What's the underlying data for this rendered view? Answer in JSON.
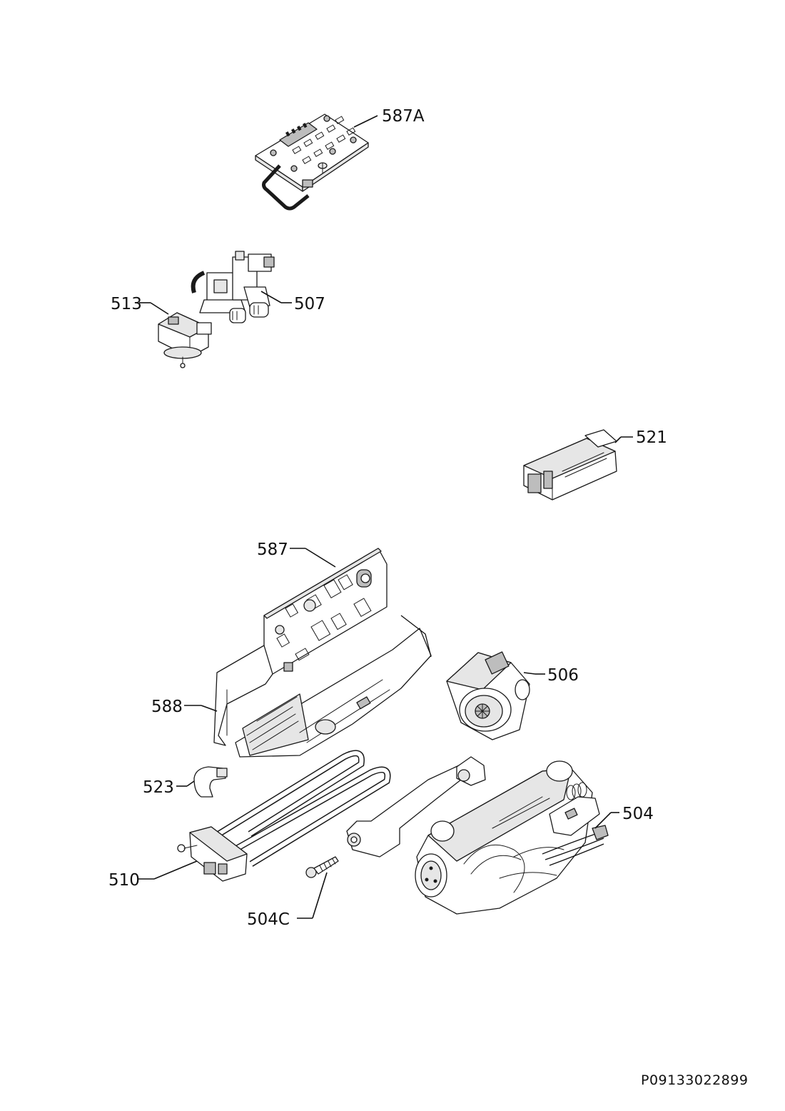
{
  "doc_id": "P09133022899",
  "labels": {
    "587A": "587A",
    "513": "513",
    "507": "507",
    "521": "521",
    "587": "587",
    "506": "506",
    "588": "588",
    "523": "523",
    "504": "504",
    "510": "510",
    "504C": "504C"
  }
}
